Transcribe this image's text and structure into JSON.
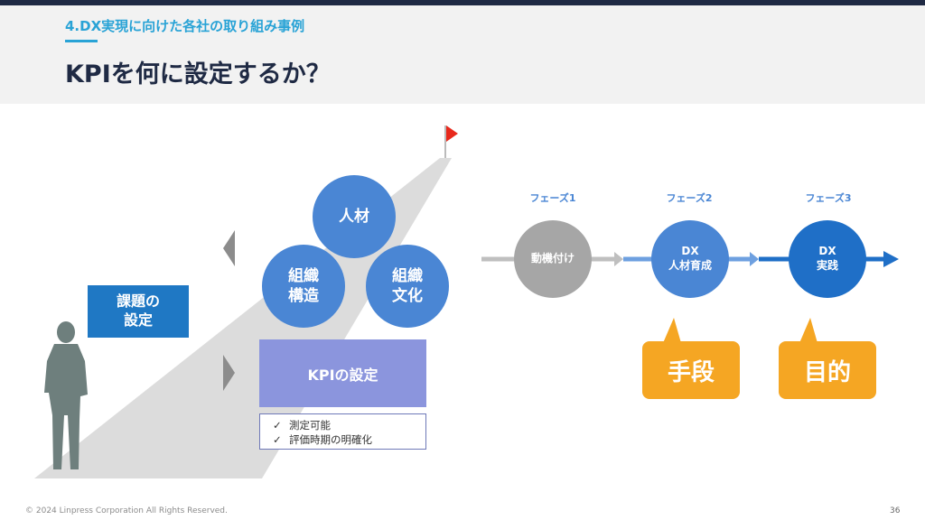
{
  "header": {
    "section_title": "4.DX実現に向けた各社の取り組み事例",
    "title": "KPIを何に設定するか？"
  },
  "road": {
    "issue_box": [
      "課題の",
      "設定"
    ],
    "circles": {
      "jinzai": "人材",
      "soshiki_kozo": [
        "組織",
        "構造"
      ],
      "soshiki_bunka": [
        "組織",
        "文化"
      ]
    },
    "kpi_box": "KPIの設定",
    "checklist": [
      {
        "mark": "✓",
        "text": "測定可能"
      },
      {
        "mark": "✓",
        "text": "評価時期の明確化"
      }
    ],
    "icons": {
      "flag": "flag-icon",
      "person": "person-silhouette-icon",
      "arrow_upper": "triangle-left-icon",
      "arrow_lower": "triangle-right-icon"
    }
  },
  "phases": [
    {
      "label": "フェーズ1",
      "circle": [
        "動機付け"
      ]
    },
    {
      "label": "フェーズ2",
      "circle": [
        "DX",
        "人材育成"
      ]
    },
    {
      "label": "フェーズ3",
      "circle": [
        "DX",
        "実践"
      ]
    }
  ],
  "callouts": {
    "means": "手段",
    "goal": "目的"
  },
  "colors": {
    "navy": "#1f2a44",
    "accent_cyan": "#29a3d6",
    "blue": "#4a86d4",
    "dark_blue": "#1f6fc7",
    "issue_blue": "#1f78c4",
    "kpi_purple": "#8b95dd",
    "gray": "#a6a6a6",
    "orange": "#f5a623",
    "flag_red": "#e8291c"
  },
  "footer": {
    "copyright": "© 2024 Linpress Corporation All Rights Reserved.",
    "page_number": "36"
  }
}
